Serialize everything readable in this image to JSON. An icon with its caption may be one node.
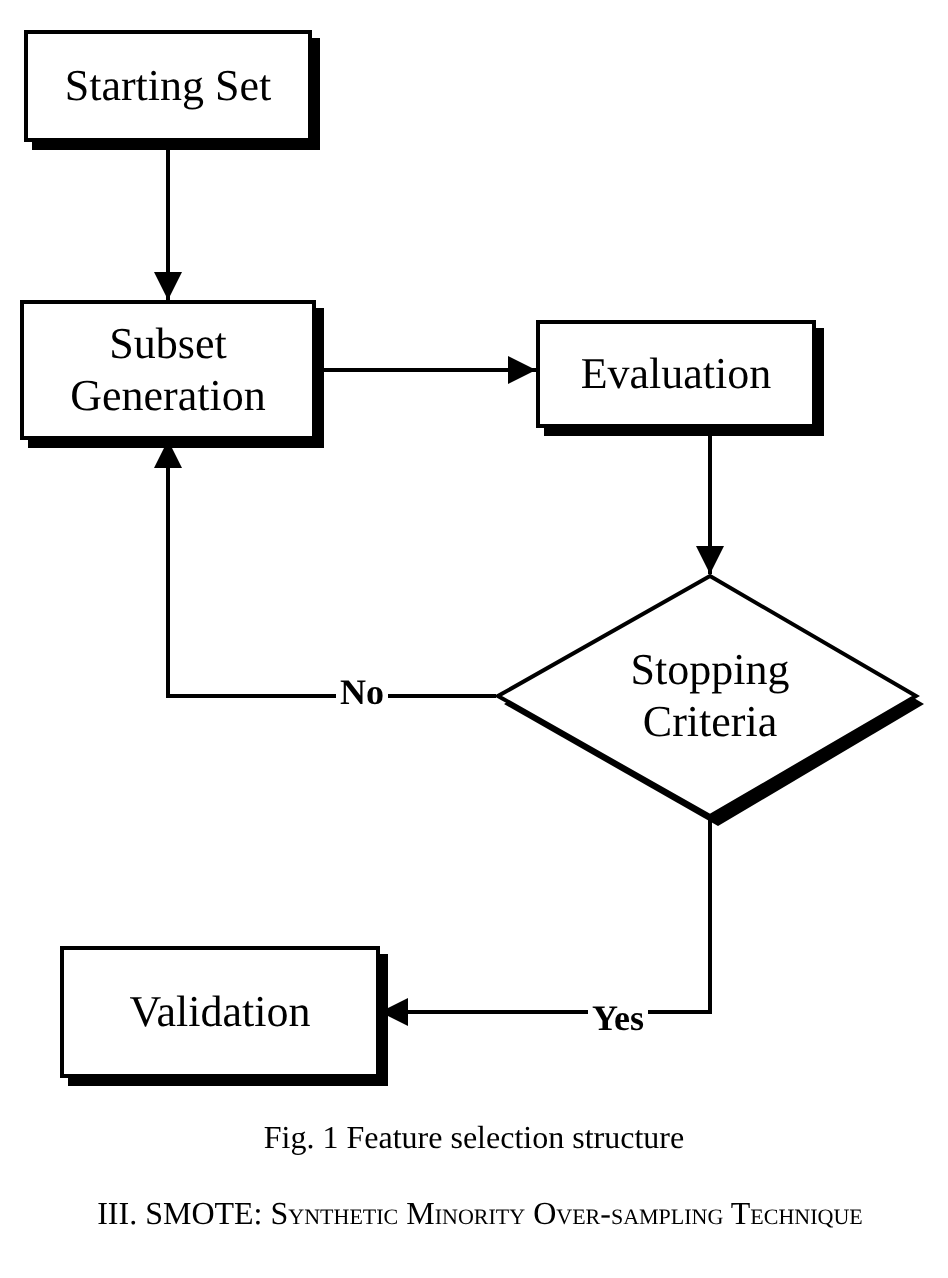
{
  "diagram": {
    "caption": "Fig. 1 Feature selection structure",
    "nodes": [
      {
        "text": [
          "Starting Set"
        ]
      },
      {
        "text": [
          "Subset Generation"
        ]
      },
      {
        "text": [
          "Evaluation"
        ]
      },
      {
        "text": [
          "Stopping Criteria"
        ]
      },
      {
        "text": [
          "Validation"
        ]
      }
    ],
    "edges": [
      {
        "from": 0,
        "to": 1,
        "arrow": "to"
      },
      {
        "from": 1,
        "to": 2,
        "arrow": "to"
      },
      {
        "from": 2,
        "to": 3,
        "arrow": "to"
      },
      {
        "from": 3,
        "to": 1,
        "arrow": "to",
        "label": "No"
      },
      {
        "from": 3,
        "to": 4,
        "arrow": "to",
        "label": "Yes"
      }
    ],
    "labels": [
      "III. SMOTE: Synthetic Minority Over-sampling Technique"
    ]
  }
}
